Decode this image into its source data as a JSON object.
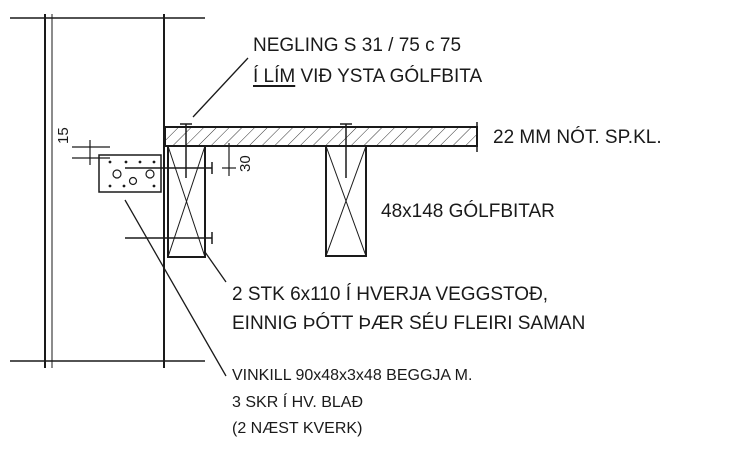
{
  "annotations": {
    "nailing_line1": "NEGLING S 31 / 75 c 75",
    "nailing_line2_prefix": "Í LÍM",
    "nailing_line2_suffix": " VIÐ YSTA GÓLFBITA",
    "floorboard": "22 MM NÓT. SP.KL.",
    "joists": "48x148 GÓLFBITAR",
    "screws_line1": "2 STK 6x110 Í HVERJA VEGGSTOÐ,",
    "screws_line2": "EINNIG ÞÓTT ÞÆR SÉU FLEIRI SAMAN",
    "bracket_line1": "VINKILL 90x48x3x48 BEGGJA M.",
    "bracket_line2": "3 SKR Í HV. BLAÐ",
    "bracket_line3": "(2 NÆST KVERK)"
  },
  "dimensions": {
    "dim_15": "15",
    "dim_30": "30"
  }
}
